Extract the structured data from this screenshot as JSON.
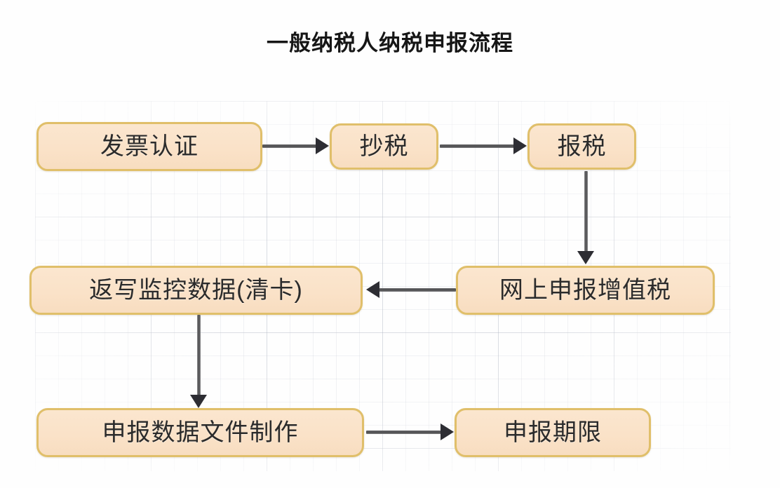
{
  "title": "一般纳税人纳税申报流程",
  "colors": {
    "node_fill": "#fae2c8",
    "node_border": "#e0bf6a",
    "node_text": "#2b2b2b",
    "arrow": "#2d2d33",
    "grid_line": "#aab0be",
    "page_background": "#fefefe",
    "title_text": "#161616"
  },
  "chart_data": {
    "type": "diagram",
    "diagram_kind": "flowchart",
    "title": "一般纳税人纳税申报流程",
    "orientation": "left-to-right, wrapping top-to-bottom",
    "nodes": [
      {
        "id": "invoice-cert",
        "label": "发票认证",
        "row": 1,
        "column": 1
      },
      {
        "id": "tax-copy",
        "label": "抄税",
        "row": 1,
        "column": 2
      },
      {
        "id": "tax-report",
        "label": "报税",
        "row": 1,
        "column": 3
      },
      {
        "id": "writeback",
        "label": "返写监控数据(清卡)",
        "row": 2,
        "column": 1
      },
      {
        "id": "online-vat",
        "label": "网上申报增值税",
        "row": 2,
        "column": 3
      },
      {
        "id": "data-file",
        "label": "申报数据文件制作",
        "row": 3,
        "column": 1
      },
      {
        "id": "deadline",
        "label": "申报期限",
        "row": 3,
        "column": 3
      }
    ],
    "edges": [
      {
        "from": "invoice-cert",
        "to": "tax-copy",
        "direction": "right"
      },
      {
        "from": "tax-copy",
        "to": "tax-report",
        "direction": "right"
      },
      {
        "from": "tax-report",
        "to": "online-vat",
        "direction": "down"
      },
      {
        "from": "online-vat",
        "to": "writeback",
        "direction": "left"
      },
      {
        "from": "writeback",
        "to": "data-file",
        "direction": "down"
      },
      {
        "from": "data-file",
        "to": "deadline",
        "direction": "right"
      }
    ]
  },
  "nodes": {
    "invoice_cert": "发票认证",
    "tax_copy": "抄税",
    "tax_report": "报税",
    "writeback": "返写监控数据(清卡)",
    "online_vat": "网上申报增值税",
    "data_file": "申报数据文件制作",
    "deadline": "申报期限"
  }
}
